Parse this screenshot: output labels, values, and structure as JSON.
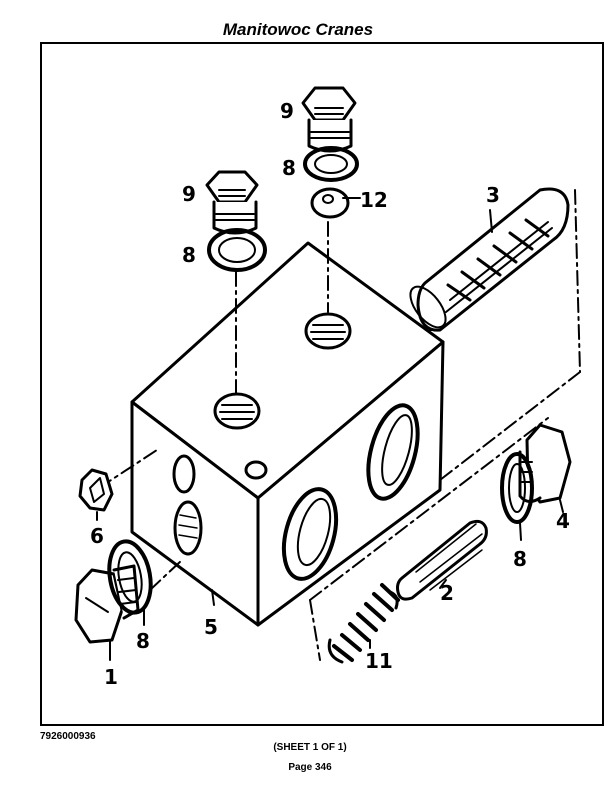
{
  "header": {
    "title": "Manitowoc Cranes"
  },
  "footer": {
    "doc_number": "7926000936",
    "sheet": "(SHEET 1 OF 1)",
    "page": "Page 346"
  },
  "callouts": {
    "c1": "1",
    "c2": "2",
    "c3": "3",
    "c4": "4",
    "c5": "5",
    "c6": "6",
    "c8a": "8",
    "c8b": "8",
    "c8c": "8",
    "c8d": "8",
    "c9a": "9",
    "c9b": "9",
    "c11": "11",
    "c12": "12"
  },
  "colors": {
    "ink": "#000000",
    "paper": "#ffffff"
  }
}
